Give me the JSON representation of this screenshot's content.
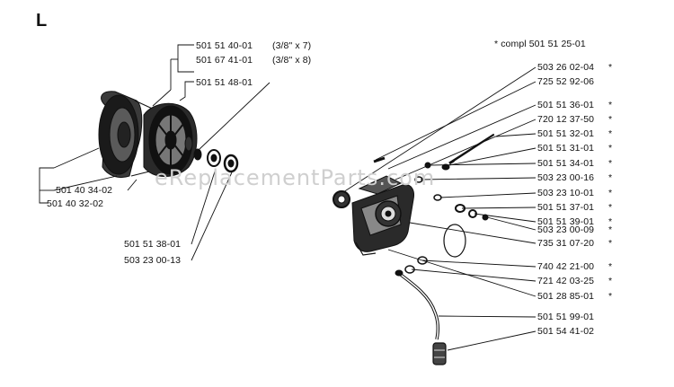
{
  "section_letter": "L",
  "header_note": "* compl 501 51 25-01",
  "watermark": "eReplacementParts.com",
  "left_labels": [
    {
      "id": "l1",
      "text": "501 51 40-01",
      "note": "(3/8\" x 7)"
    },
    {
      "id": "l2",
      "text": "501 67 41-01",
      "note": "(3/8\" x 8)"
    },
    {
      "id": "l3",
      "text": "501 51 48-01"
    },
    {
      "id": "l4",
      "text": "501 40 34-02"
    },
    {
      "id": "l5",
      "text": "501 40 32-02"
    },
    {
      "id": "l6",
      "text": "501 51 38-01"
    },
    {
      "id": "l7",
      "text": "503 23 00-13"
    }
  ],
  "right_labels": [
    {
      "id": "r1",
      "text": "503 26 02-04",
      "star": true
    },
    {
      "id": "r2",
      "text": "725 52 92-06",
      "star": false
    },
    {
      "id": "r3",
      "text": "501 51 36-01",
      "star": true
    },
    {
      "id": "r4",
      "text": "720 12 37-50",
      "star": true
    },
    {
      "id": "r5",
      "text": "501 51 32-01",
      "star": true
    },
    {
      "id": "r6",
      "text": "501 51 31-01",
      "star": true
    },
    {
      "id": "r7",
      "text": "501 51 34-01",
      "star": true
    },
    {
      "id": "r8",
      "text": "503 23 00-16",
      "star": true
    },
    {
      "id": "r9",
      "text": "503 23 10-01",
      "star": true
    },
    {
      "id": "r10",
      "text": "501 51 37-01",
      "star": true
    },
    {
      "id": "r11",
      "text": "501 51 39-01",
      "star": true
    },
    {
      "id": "r12",
      "text": "503 23 00-09",
      "star": true
    },
    {
      "id": "r13",
      "text": "735 31 07-20",
      "star": true
    },
    {
      "id": "r14",
      "text": "740 42 21-00",
      "star": true
    },
    {
      "id": "r15",
      "text": "721 42 03-25",
      "star": true
    },
    {
      "id": "r16",
      "text": "501 28 85-01",
      "star": true
    },
    {
      "id": "r17",
      "text": "501 51 99-01",
      "star": false
    },
    {
      "id": "r18",
      "text": "501 54 41-02",
      "star": false
    }
  ],
  "star_symbol": "*"
}
